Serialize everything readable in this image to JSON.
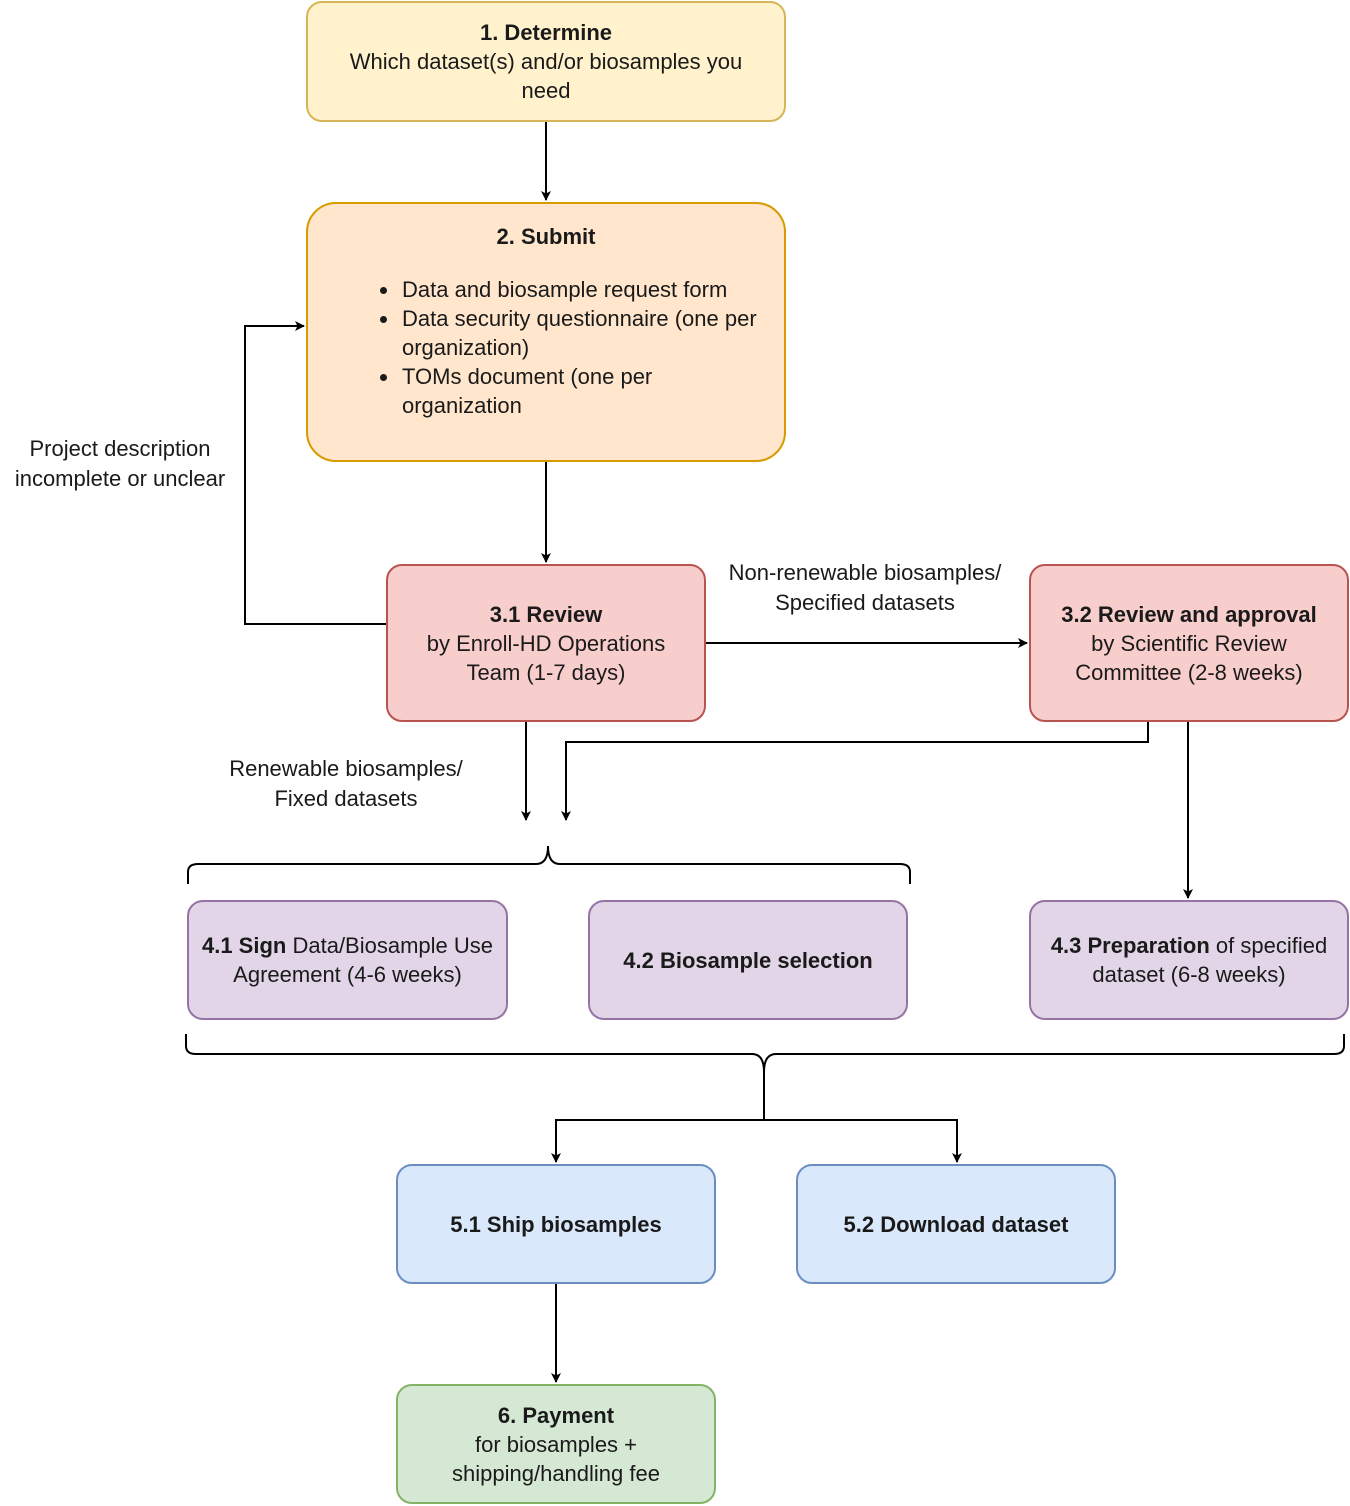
{
  "steps": {
    "determine": {
      "title": "1. Determine",
      "text": "Which dataset(s) and/or biosamples you need"
    },
    "submit": {
      "title": "2. Submit",
      "items": [
        "Data and biosample request form",
        "Data security questionnaire (one per organization)",
        "TOMs document (one per organization"
      ]
    },
    "review": {
      "title": "3.1 Review",
      "text": "by Enroll-HD Operations Team (1-7 days)"
    },
    "approval": {
      "title": "3.2 Review and approval",
      "text": "by Scientific Review Committee (2-8 weeks)"
    },
    "sign": {
      "title": "4.1 Sign",
      "text": "Data/Biosample Use Agreement (4-6 weeks)"
    },
    "selection": {
      "title": "4.2 Biosample selection"
    },
    "preparation": {
      "title": "4.3 Preparation",
      "text": "of specified dataset (6-8 weeks)"
    },
    "ship": {
      "title": "5.1 Ship biosamples"
    },
    "download": {
      "title": "5.2 Download dataset"
    },
    "payment": {
      "title": "6. Payment",
      "text": "for biosamples + shipping/handling fee"
    }
  },
  "edge_labels": {
    "project_incomplete": [
      "Project description",
      "incomplete or unclear"
    ],
    "non_renewable": [
      "Non-renewable biosamples/",
      "Specified datasets"
    ],
    "renewable": [
      "Renewable biosamples/",
      "Fixed datasets"
    ]
  },
  "colors": {
    "stroke": "#000000",
    "yellow_fill": "#fff2cc",
    "orange_fill": "#ffe6cc",
    "red_fill": "#f8cecc",
    "purple_fill": "#e1d5e7",
    "blue_fill": "#dae8fc",
    "green_fill": "#d5e8d4"
  }
}
